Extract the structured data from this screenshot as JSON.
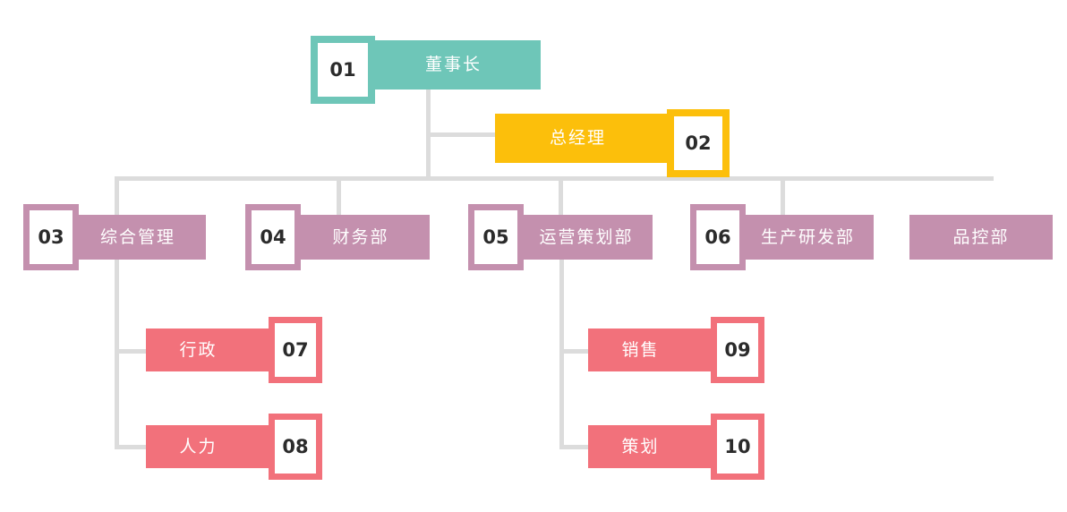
{
  "chart_data": {
    "type": "diagram",
    "subtype": "organization-chart",
    "title": "",
    "orientation": "top-down",
    "connector_color": "#dcdcdc",
    "levels": [
      {
        "level": 1,
        "color": "#6ec6b8",
        "nodes": [
          {
            "id": "01",
            "badge": "01",
            "label": "董事长",
            "badge_side": "left"
          }
        ]
      },
      {
        "level": 2,
        "color": "#fcbf0b",
        "nodes": [
          {
            "id": "02",
            "badge": "02",
            "label": "总经理",
            "badge_side": "right"
          }
        ]
      },
      {
        "level": 3,
        "color": "#c490ae",
        "nodes": [
          {
            "id": "03",
            "badge": "03",
            "label": "综合管理",
            "badge_side": "left"
          },
          {
            "id": "04",
            "badge": "04",
            "label": "财务部",
            "badge_side": "left"
          },
          {
            "id": "05",
            "badge": "05",
            "label": "运营策划部",
            "badge_side": "left"
          },
          {
            "id": "06",
            "badge": "06",
            "label": "生产研发部",
            "badge_side": "left"
          },
          {
            "id": "11",
            "badge": "",
            "label": "品控部",
            "badge_side": "none"
          }
        ]
      },
      {
        "level": 4,
        "color": "#f2717b",
        "nodes": [
          {
            "id": "07",
            "badge": "07",
            "label": "行政",
            "badge_side": "right",
            "parent": "03"
          },
          {
            "id": "08",
            "badge": "08",
            "label": "人力",
            "badge_side": "right",
            "parent": "03"
          },
          {
            "id": "09",
            "badge": "09",
            "label": "销售",
            "badge_side": "right",
            "parent": "05"
          },
          {
            "id": "10",
            "badge": "10",
            "label": "策划",
            "badge_side": "right",
            "parent": "05"
          }
        ]
      }
    ],
    "edges": [
      {
        "from": "01",
        "to": "02"
      },
      {
        "from": "01",
        "to": "03"
      },
      {
        "from": "01",
        "to": "04"
      },
      {
        "from": "01",
        "to": "05"
      },
      {
        "from": "01",
        "to": "06"
      },
      {
        "from": "03",
        "to": "07"
      },
      {
        "from": "03",
        "to": "08"
      },
      {
        "from": "05",
        "to": "09"
      },
      {
        "from": "05",
        "to": "10"
      }
    ]
  },
  "nodes": {
    "n01": {
      "badge": "01",
      "label": "董事长"
    },
    "n02": {
      "badge": "02",
      "label": "总经理"
    },
    "n03": {
      "badge": "03",
      "label": "综合管理"
    },
    "n04": {
      "badge": "04",
      "label": "财务部"
    },
    "n05": {
      "badge": "05",
      "label": "运营策划部"
    },
    "n06": {
      "badge": "06",
      "label": "生产研发部"
    },
    "n11": {
      "badge": "",
      "label": "品控部"
    },
    "n07": {
      "badge": "07",
      "label": "行政"
    },
    "n08": {
      "badge": "08",
      "label": "人力"
    },
    "n09": {
      "badge": "09",
      "label": "销售"
    },
    "n10": {
      "badge": "10",
      "label": "策划"
    }
  },
  "colors": {
    "level1": "#6ec6b8",
    "level2": "#fcbf0b",
    "level3": "#c490ae",
    "level4": "#f2717b",
    "connector": "#dcdcdc",
    "badge_fill": "#ffffff",
    "badge_text": "#2b2b2b",
    "label_text": "#ffffff",
    "background": "#ffffff"
  }
}
